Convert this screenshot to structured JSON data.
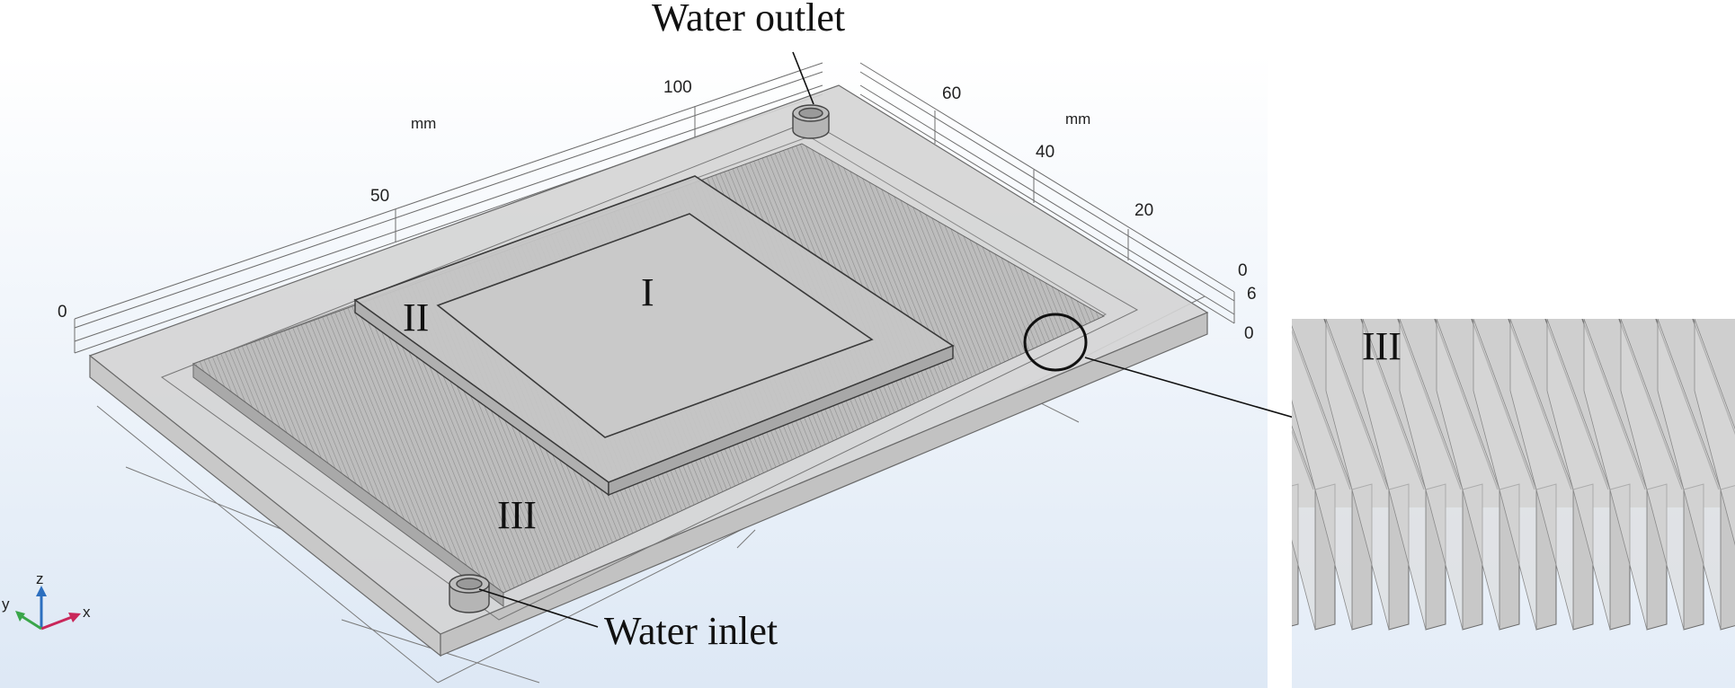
{
  "figure": {
    "annotations": {
      "water_outlet": "Water outlet",
      "water_inlet": "Water inlet"
    },
    "regions": {
      "region_1": "I",
      "region_2": "II",
      "region_3_main": "III",
      "region_3_detail": "III"
    },
    "axis_unit_left": "mm",
    "axis_unit_right": "mm",
    "ticks_top": [
      "0",
      "50",
      "100"
    ],
    "ticks_side": [
      "60",
      "40",
      "20",
      "0"
    ],
    "ticks_height": [
      "6",
      "0"
    ],
    "triad": {
      "x": "x",
      "y": "y",
      "z": "z"
    }
  }
}
